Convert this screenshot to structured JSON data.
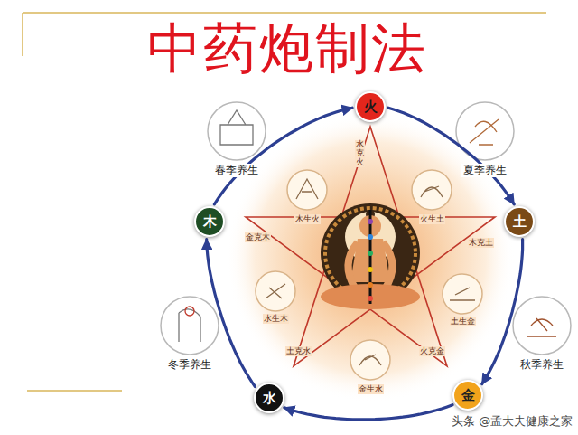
{
  "diagram": {
    "title": "中药炮制法",
    "nodes": [
      {
        "text": [
          "火"
        ]
      },
      {
        "text": [
          "春季养生"
        ]
      },
      {
        "text": [
          "夏季养生"
        ]
      },
      {
        "text": [
          "木"
        ]
      },
      {
        "text": [
          "土"
        ]
      },
      {
        "text": [
          "冬季养生"
        ]
      },
      {
        "text": [
          "秋季养生"
        ]
      },
      {
        "text": [
          "水"
        ]
      },
      {
        "text": [
          "金"
        ]
      }
    ],
    "edges": [
      {
        "from": 0,
        "to": 4,
        "arrow": "to"
      },
      {
        "from": 4,
        "to": 8,
        "arrow": "to"
      },
      {
        "from": 8,
        "to": 7,
        "arrow": "to"
      },
      {
        "from": 7,
        "to": 3,
        "arrow": "to"
      },
      {
        "from": 3,
        "to": 0,
        "arrow": "to"
      }
    ],
    "labels": [
      "水克火",
      "木生火",
      "火生土",
      "金克木",
      "木克土",
      "水生木",
      "土生金",
      "土克水",
      "火克金",
      "金生水",
      "头条 @孟大夫健康之家"
    ]
  }
}
